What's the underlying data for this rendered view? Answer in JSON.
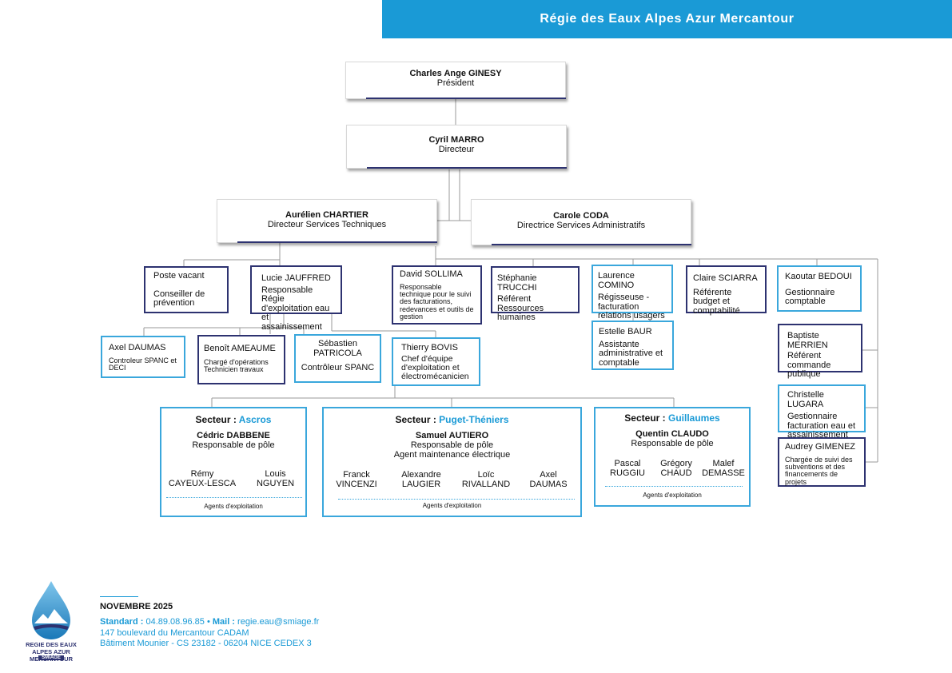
{
  "banner": {
    "title": "Régie des Eaux Alpes Azur Mercantour"
  },
  "president": {
    "name": "Charles Ange GINESY",
    "role": "Président"
  },
  "director": {
    "name": "Cyril MARRO",
    "role": "Directeur"
  },
  "technical_director": {
    "name": "Aurélien CHARTIER",
    "role": "Directeur Services Techniques"
  },
  "admin_director": {
    "name": "Carole CODA",
    "role": "Directrice Services Administratifs"
  },
  "prevention": {
    "name": "Poste vacant",
    "role": "Conseiller de prévention"
  },
  "jauffred": {
    "name": "Lucie JAUFFRED",
    "role": "Responsable Régie d'exploitation eau et assainissement"
  },
  "daumas_spanc": {
    "name": "Axel DAUMAS",
    "role": "Controleur SPANC et DECI"
  },
  "ameaume": {
    "name": "Benoît AMEAUME",
    "role": "Chargé d'opérations Technicien travaux"
  },
  "patricola": {
    "name": "Sébastien PATRICOLA",
    "role": "Contrôleur SPANC"
  },
  "bovis": {
    "name": "Thierry BOVIS",
    "role": "Chef d'équipe d'exploitation et électromécanicien"
  },
  "sollima": {
    "name": "David SOLLIMA",
    "role": "Responsable technique pour le suivi des facturations, redevances et outils de gestion"
  },
  "trucchi": {
    "name": "Stéphanie TRUCCHI",
    "role": "Référent Ressources humaines"
  },
  "comino": {
    "name": "Laurence COMINO",
    "role": "Régisseuse - facturation relations usagers"
  },
  "baur": {
    "name": "Estelle BAUR",
    "role": "Assistante administrative et comptable"
  },
  "sciarra": {
    "name": "Claire SCIARRA",
    "role": "Référente budget et comptabilité"
  },
  "bedoui": {
    "name": "Kaoutar BEDOUI",
    "role": "Gestionnaire comptable"
  },
  "merrien": {
    "name": "Baptiste MERRIEN",
    "role": "Référent commande publique"
  },
  "lugara": {
    "name": "Christelle LUGARA",
    "role": "Gestionnaire facturation eau et assainissement"
  },
  "gimenez": {
    "name": "Audrey GIMENEZ",
    "role": "Chargée de suivi des subventions et des financements de projets"
  },
  "sector_prefix": "Secteur :",
  "sectors": {
    "ascros": {
      "name": "Ascros",
      "lead": "Cédric DABBENE",
      "lead_role": "Responsable de pôle",
      "lead_role2": "",
      "agents": [
        [
          "Rémy",
          "CAYEUX-LESCA"
        ],
        [
          "Louis",
          "NGUYEN"
        ]
      ],
      "agents_label": "Agents d'exploitation"
    },
    "puget": {
      "name": "Puget-Théniers",
      "lead": "Samuel AUTIERO",
      "lead_role": "Responsable de pôle",
      "lead_role2": "Agent maintenance électrique",
      "agents": [
        [
          "Franck",
          "VINCENZI"
        ],
        [
          "Alexandre",
          "LAUGIER"
        ],
        [
          "Loïc",
          "RIVALLAND"
        ],
        [
          "Axel",
          "DAUMAS"
        ]
      ],
      "agents_label": "Agents d'exploitation"
    },
    "guillaumes": {
      "name": "Guillaumes",
      "lead": "Quentin CLAUDO",
      "lead_role": "Responsable de pôle",
      "lead_role2": "",
      "agents": [
        [
          "Pascal",
          "RUGGIU"
        ],
        [
          "Grégory",
          "CHAUD"
        ],
        [
          "Malef",
          "DEMASSE"
        ]
      ],
      "agents_label": "Agents d'exploitation"
    }
  },
  "footer": {
    "date": "NOVEMBRE  2025",
    "standard_label": "Standard :",
    "phone": "04.89.08.96.85",
    "sep": "•",
    "mail_label": "Mail :",
    "email": "regie.eau@smiage.fr",
    "address1": "147 boulevard du Mercantour CADAM",
    "address2": "Bâtiment Mounier - CS 23182 - 06204 NICE CEDEX 3"
  },
  "logo": {
    "line1": "REGIE DES EAUX",
    "line2": "ALPES AZUR MERCANTOUR",
    "line3": "SMIAGE"
  },
  "colors": {
    "accent": "#1a9ad6",
    "navy": "#2d3270",
    "cyan": "#3aa7dc"
  }
}
